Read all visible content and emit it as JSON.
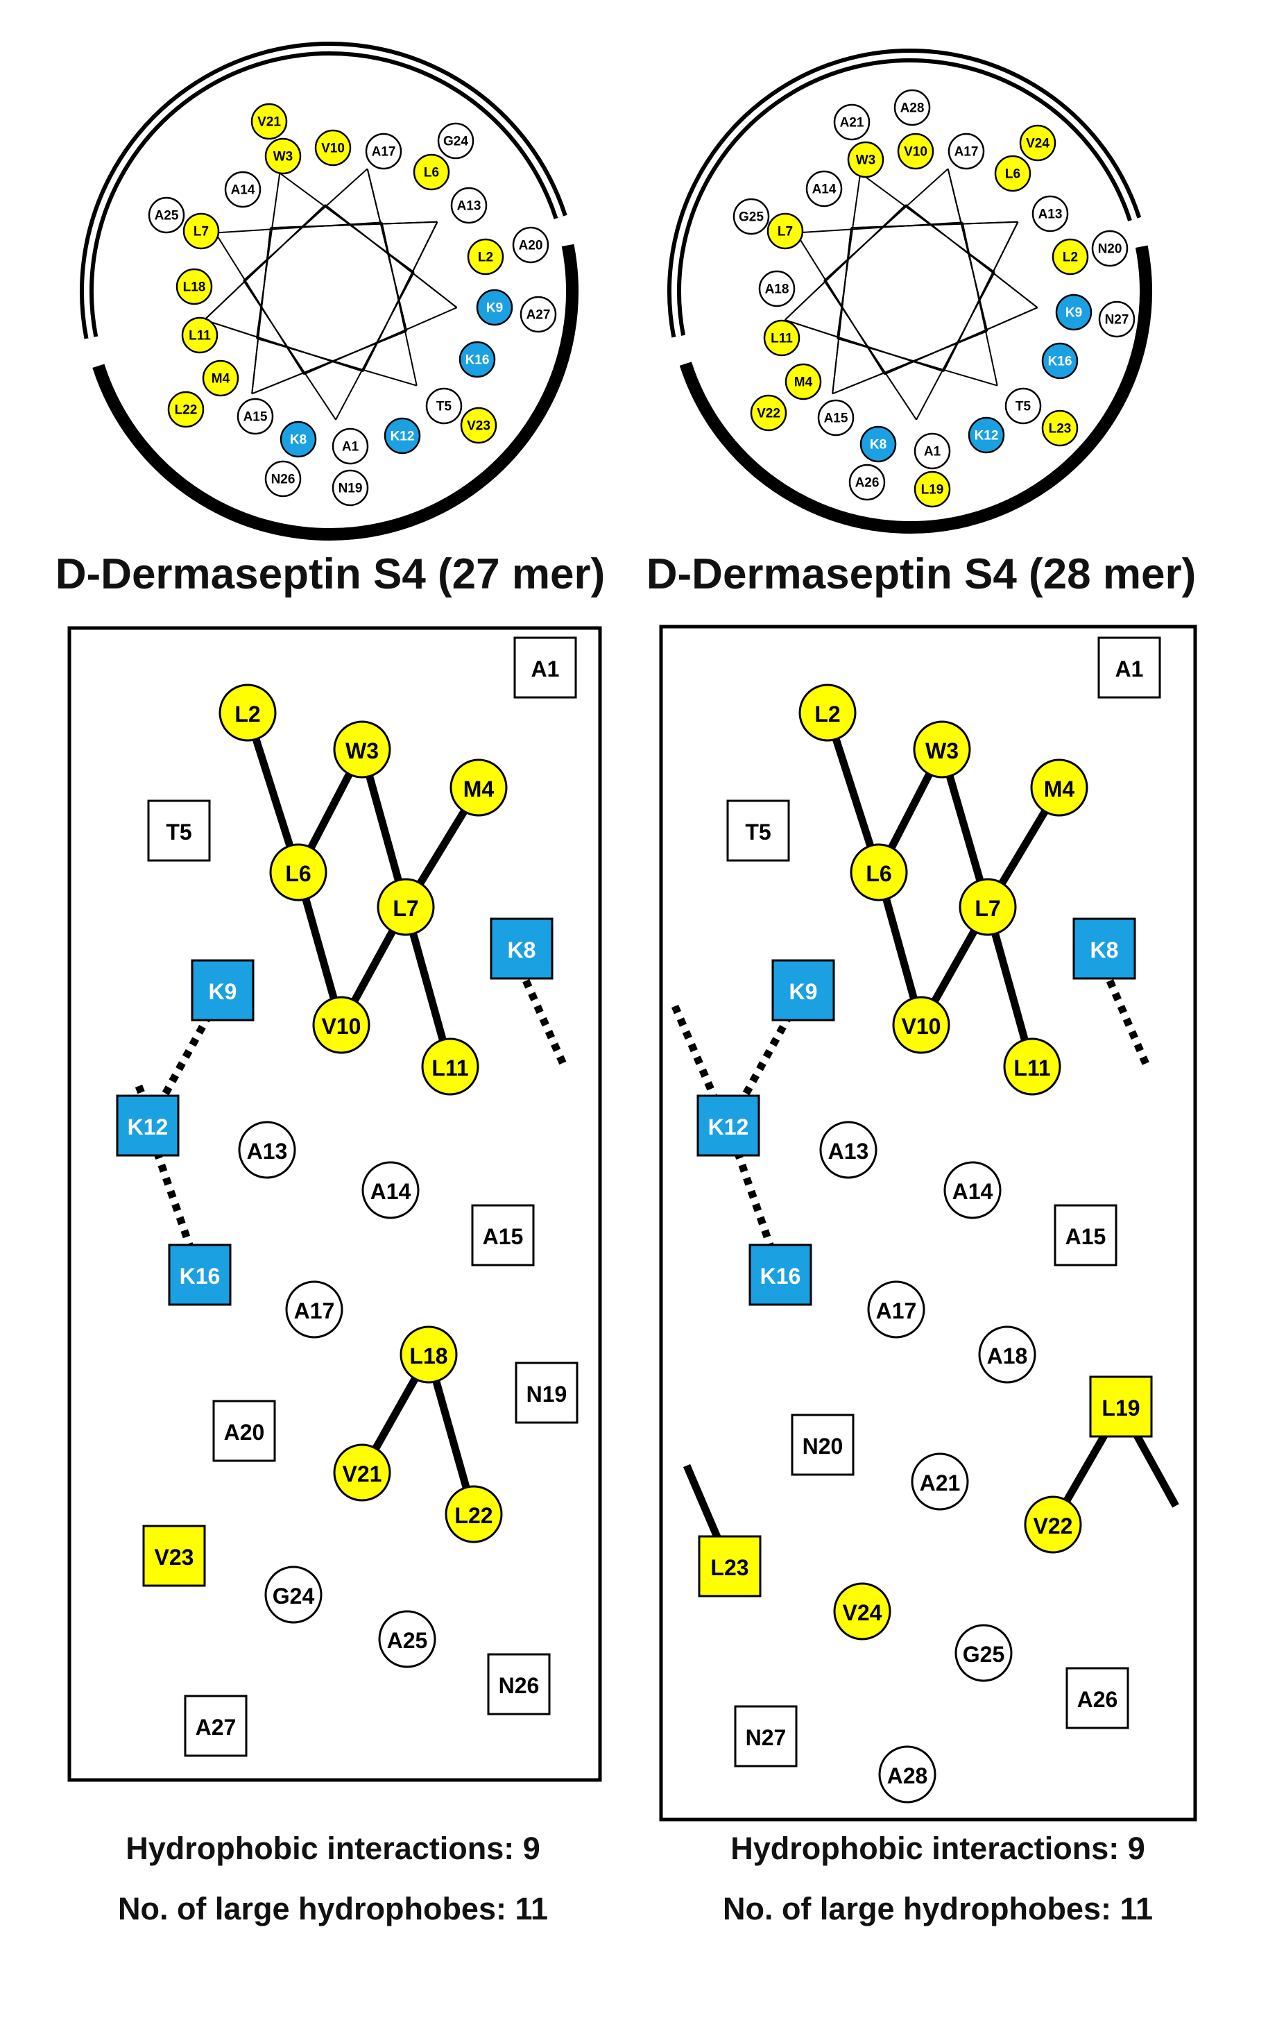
{
  "colors": {
    "hydrophobic": "#ffff00",
    "cationic": "#1ba0e2",
    "neutral": "#ffffff",
    "line": "#000000"
  },
  "panels": [
    {
      "title": "D-Dermaseptin S4 (27 mer)",
      "stats": {
        "interactions": "Hydrophobic interactions: 9",
        "hydrophobes": "No. of large hydrophobes: 11"
      },
      "wheel": [
        {
          "label": "V21",
          "color": "yellow"
        },
        {
          "label": "W3",
          "color": "yellow"
        },
        {
          "label": "V10",
          "color": "yellow"
        },
        {
          "label": "A17",
          "color": "white"
        },
        {
          "label": "G24",
          "color": "white"
        },
        {
          "label": "L6",
          "color": "yellow"
        },
        {
          "label": "A14",
          "color": "white"
        },
        {
          "label": "A13",
          "color": "white"
        },
        {
          "label": "A25",
          "color": "white"
        },
        {
          "label": "L7",
          "color": "yellow"
        },
        {
          "label": "L2",
          "color": "yellow"
        },
        {
          "label": "A20",
          "color": "white"
        },
        {
          "label": "L18",
          "color": "yellow"
        },
        {
          "label": "K9",
          "color": "blue"
        },
        {
          "label": "A27",
          "color": "white"
        },
        {
          "label": "L11",
          "color": "yellow"
        },
        {
          "label": "K16",
          "color": "blue"
        },
        {
          "label": "M4",
          "color": "yellow"
        },
        {
          "label": "L22",
          "color": "yellow"
        },
        {
          "label": "A15",
          "color": "white"
        },
        {
          "label": "T5",
          "color": "white"
        },
        {
          "label": "V23",
          "color": "yellow"
        },
        {
          "label": "K8",
          "color": "blue"
        },
        {
          "label": "K12",
          "color": "blue"
        },
        {
          "label": "A1",
          "color": "white"
        },
        {
          "label": "N26",
          "color": "white"
        },
        {
          "label": "N19",
          "color": "white"
        }
      ],
      "net": [
        {
          "label": "A1",
          "shape": "square",
          "color": "white"
        },
        {
          "label": "L2",
          "shape": "circle",
          "color": "yellow"
        },
        {
          "label": "W3",
          "shape": "circle",
          "color": "yellow"
        },
        {
          "label": "M4",
          "shape": "circle",
          "color": "yellow"
        },
        {
          "label": "T5",
          "shape": "square",
          "color": "white"
        },
        {
          "label": "L6",
          "shape": "circle",
          "color": "yellow"
        },
        {
          "label": "L7",
          "shape": "circle",
          "color": "yellow"
        },
        {
          "label": "K8",
          "shape": "square",
          "color": "blue"
        },
        {
          "label": "K9",
          "shape": "square",
          "color": "blue"
        },
        {
          "label": "V10",
          "shape": "circle",
          "color": "yellow"
        },
        {
          "label": "L11",
          "shape": "circle",
          "color": "yellow"
        },
        {
          "label": "K12",
          "shape": "square",
          "color": "blue"
        },
        {
          "label": "A13",
          "shape": "circle",
          "color": "white"
        },
        {
          "label": "A14",
          "shape": "circle",
          "color": "white"
        },
        {
          "label": "A15",
          "shape": "square",
          "color": "white"
        },
        {
          "label": "K16",
          "shape": "square",
          "color": "blue"
        },
        {
          "label": "A17",
          "shape": "circle",
          "color": "white"
        },
        {
          "label": "L18",
          "shape": "circle",
          "color": "yellow"
        },
        {
          "label": "N19",
          "shape": "square",
          "color": "white"
        },
        {
          "label": "A20",
          "shape": "square",
          "color": "white"
        },
        {
          "label": "V21",
          "shape": "circle",
          "color": "yellow"
        },
        {
          "label": "L22",
          "shape": "circle",
          "color": "yellow"
        },
        {
          "label": "V23",
          "shape": "square",
          "color": "yellow"
        },
        {
          "label": "G24",
          "shape": "circle",
          "color": "white"
        },
        {
          "label": "A25",
          "shape": "circle",
          "color": "white"
        },
        {
          "label": "N26",
          "shape": "square",
          "color": "white"
        },
        {
          "label": "A27",
          "shape": "square",
          "color": "white"
        }
      ]
    },
    {
      "title": "D-Dermaseptin S4 (28 mer)",
      "stats": {
        "interactions": "Hydrophobic interactions: 9",
        "hydrophobes": "No. of large hydrophobes: 11"
      },
      "wheel": [
        {
          "label": "A28",
          "color": "white"
        },
        {
          "label": "A21",
          "color": "white"
        },
        {
          "label": "W3",
          "color": "yellow"
        },
        {
          "label": "V10",
          "color": "yellow"
        },
        {
          "label": "A17",
          "color": "white"
        },
        {
          "label": "V24",
          "color": "yellow"
        },
        {
          "label": "L6",
          "color": "yellow"
        },
        {
          "label": "A14",
          "color": "white"
        },
        {
          "label": "A13",
          "color": "white"
        },
        {
          "label": "G25",
          "color": "white"
        },
        {
          "label": "L7",
          "color": "yellow"
        },
        {
          "label": "L2",
          "color": "yellow"
        },
        {
          "label": "N20",
          "color": "white"
        },
        {
          "label": "A18",
          "color": "white"
        },
        {
          "label": "K9",
          "color": "blue"
        },
        {
          "label": "N27",
          "color": "white"
        },
        {
          "label": "L11",
          "color": "yellow"
        },
        {
          "label": "K16",
          "color": "blue"
        },
        {
          "label": "M4",
          "color": "yellow"
        },
        {
          "label": "V22",
          "color": "yellow"
        },
        {
          "label": "A15",
          "color": "white"
        },
        {
          "label": "T5",
          "color": "white"
        },
        {
          "label": "L23",
          "color": "yellow"
        },
        {
          "label": "K8",
          "color": "blue"
        },
        {
          "label": "K12",
          "color": "blue"
        },
        {
          "label": "A1",
          "color": "white"
        },
        {
          "label": "A26",
          "color": "white"
        },
        {
          "label": "L19",
          "color": "yellow"
        }
      ],
      "net": [
        {
          "label": "A1",
          "shape": "square",
          "color": "white"
        },
        {
          "label": "L2",
          "shape": "circle",
          "color": "yellow"
        },
        {
          "label": "W3",
          "shape": "circle",
          "color": "yellow"
        },
        {
          "label": "M4",
          "shape": "circle",
          "color": "yellow"
        },
        {
          "label": "T5",
          "shape": "square",
          "color": "white"
        },
        {
          "label": "L6",
          "shape": "circle",
          "color": "yellow"
        },
        {
          "label": "L7",
          "shape": "circle",
          "color": "yellow"
        },
        {
          "label": "K8",
          "shape": "square",
          "color": "blue"
        },
        {
          "label": "K9",
          "shape": "square",
          "color": "blue"
        },
        {
          "label": "V10",
          "shape": "circle",
          "color": "yellow"
        },
        {
          "label": "L11",
          "shape": "circle",
          "color": "yellow"
        },
        {
          "label": "K12",
          "shape": "square",
          "color": "blue"
        },
        {
          "label": "A13",
          "shape": "circle",
          "color": "white"
        },
        {
          "label": "A14",
          "shape": "circle",
          "color": "white"
        },
        {
          "label": "A15",
          "shape": "square",
          "color": "white"
        },
        {
          "label": "K16",
          "shape": "square",
          "color": "blue"
        },
        {
          "label": "A17",
          "shape": "circle",
          "color": "white"
        },
        {
          "label": "A18",
          "shape": "circle",
          "color": "white"
        },
        {
          "label": "L19",
          "shape": "square",
          "color": "yellow"
        },
        {
          "label": "N20",
          "shape": "square",
          "color": "white"
        },
        {
          "label": "A21",
          "shape": "circle",
          "color": "white"
        },
        {
          "label": "V22",
          "shape": "circle",
          "color": "yellow"
        },
        {
          "label": "L23",
          "shape": "square",
          "color": "yellow"
        },
        {
          "label": "V24",
          "shape": "circle",
          "color": "yellow"
        },
        {
          "label": "G25",
          "shape": "circle",
          "color": "white"
        },
        {
          "label": "A26",
          "shape": "square",
          "color": "white"
        },
        {
          "label": "N27",
          "shape": "square",
          "color": "white"
        },
        {
          "label": "A28",
          "shape": "circle",
          "color": "white"
        }
      ]
    }
  ]
}
